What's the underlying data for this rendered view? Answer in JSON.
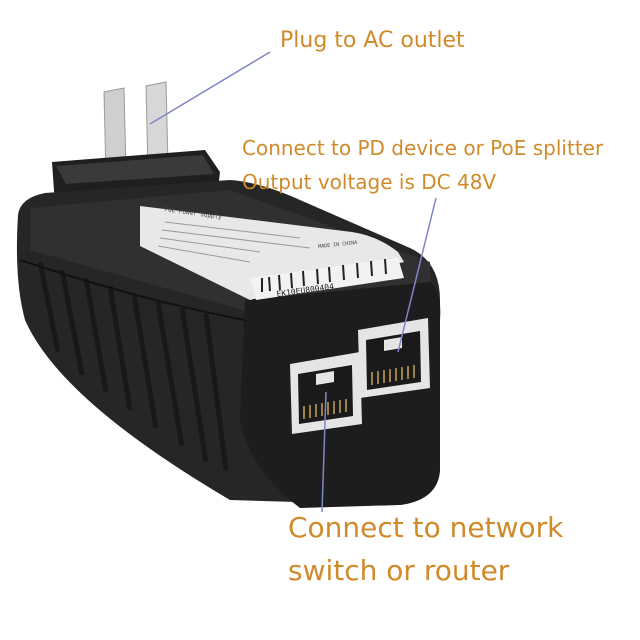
{
  "callouts": {
    "plug": "Plug to AC outlet",
    "pd_line1": "Connect to PD device or PoE splitter",
    "pd_line2": "Output voltage is DC 48V",
    "net_line1": "Connect to network",
    "net_line2": "switch or router"
  },
  "device_label": {
    "title": "POE Power Supply",
    "serial": "EK10EU800404",
    "made_in": "MADE IN CHINA"
  },
  "colors": {
    "callout_text": "#d08a2a",
    "leader_line": "#7f86c8",
    "housing": "#2a2a2a",
    "label": "#e6e6e6"
  }
}
